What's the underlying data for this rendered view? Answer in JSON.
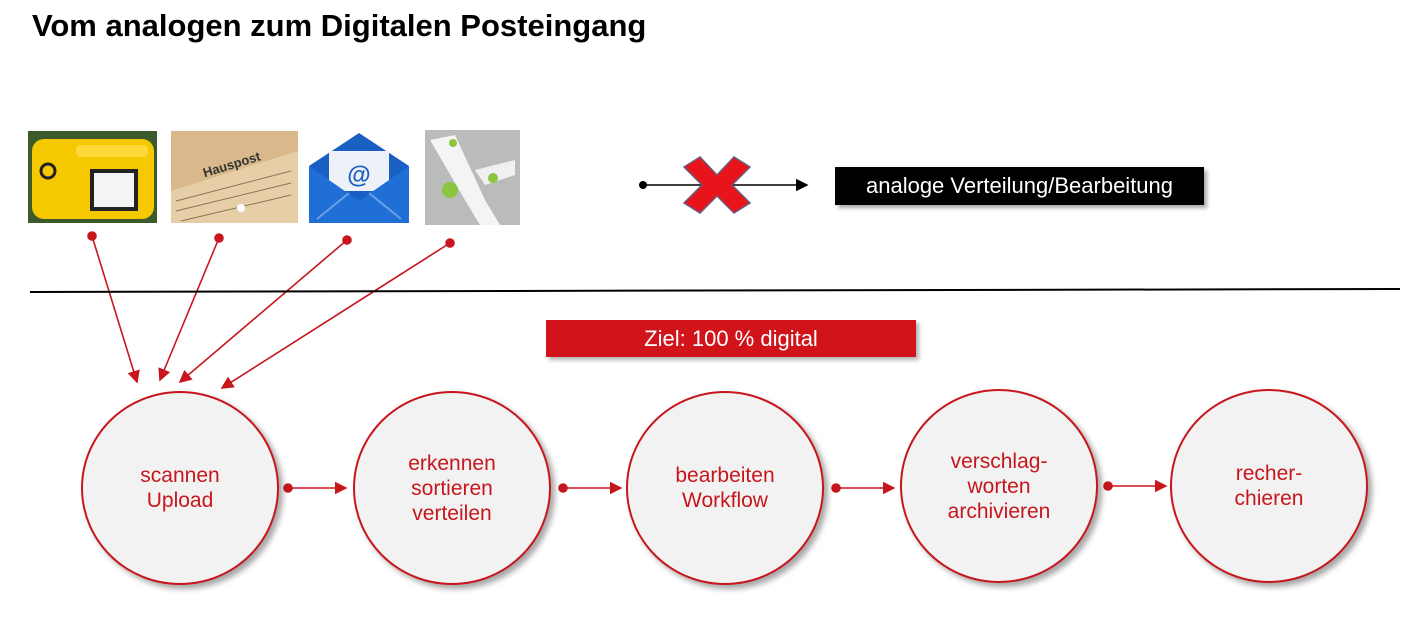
{
  "title": "Vom analogen zum Digitalen Posteingang",
  "sources": [
    {
      "icon": "mailbox-icon"
    },
    {
      "icon": "internal-mail-folder-icon",
      "label": "Hauspost"
    },
    {
      "icon": "email-envelope-icon",
      "symbol": "@"
    },
    {
      "icon": "office-desk-icon"
    }
  ],
  "analog_label": "analoge Verteilung/Bearbeitung",
  "goal_label": "Ziel: 100 % digital",
  "steps": [
    {
      "lines": [
        "scannen",
        "Upload"
      ]
    },
    {
      "lines": [
        "erkennen",
        "sortieren",
        "verteilen"
      ]
    },
    {
      "lines": [
        "bearbeiten",
        "Workflow"
      ]
    },
    {
      "lines": [
        "verschlag-",
        "worten",
        "archivieren"
      ]
    },
    {
      "lines": [
        "recher-",
        "chieren"
      ]
    }
  ],
  "colors": {
    "accent": "#c8161d",
    "circle_fill": "#f2f2f2"
  }
}
